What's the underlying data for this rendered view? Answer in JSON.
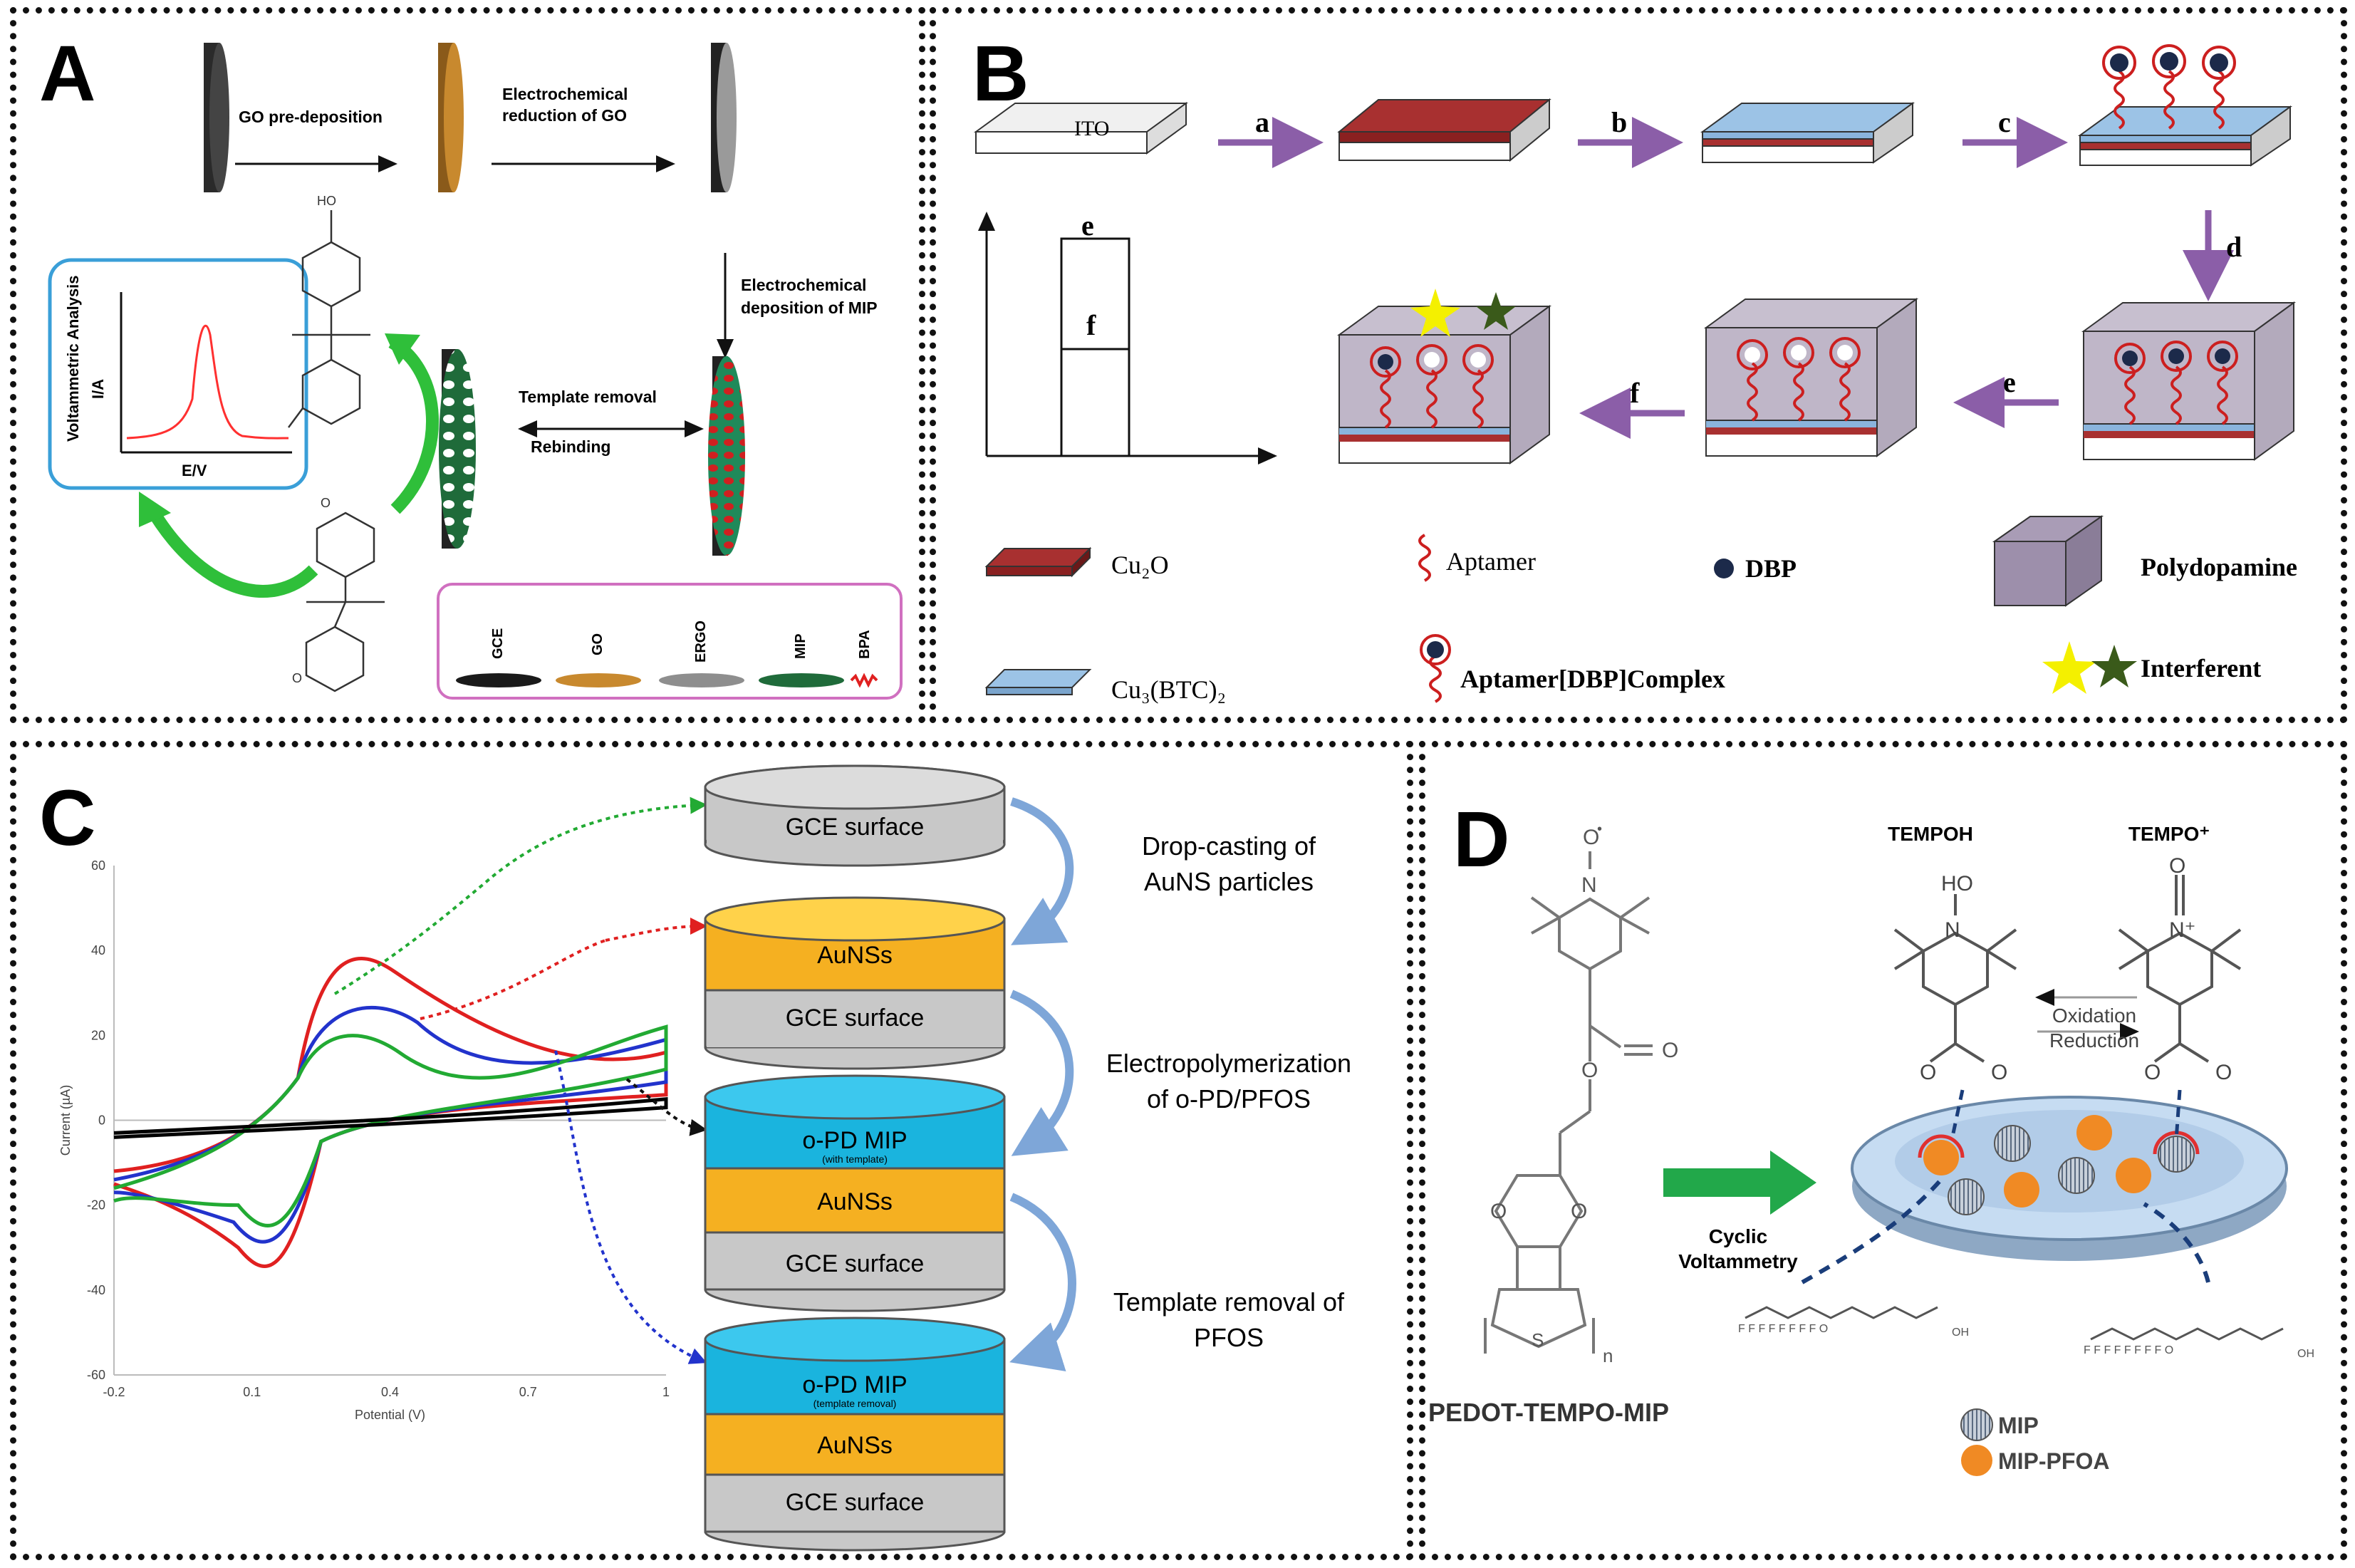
{
  "panels": {
    "A": {
      "label": "A",
      "steps": [
        "GO pre-deposition",
        "Electrochemical",
        "reduction of GO",
        "Electrochemical",
        "deposition of MIP",
        "Template removal",
        "Rebinding"
      ],
      "voltammetry": {
        "ylabel1": "Voltammetric Analysis",
        "ylabel2": "I/A",
        "xlabel": "E/V"
      },
      "molecule_oh_top": "HO",
      "molecule_o_bottom": "O",
      "legend": [
        "GCE",
        "GO",
        "ERGO",
        "MIP",
        "BPA"
      ],
      "colors": {
        "gce": "#1a1a1a",
        "go": "#c8892e",
        "ergo": "#8e8e8e",
        "mip": "#1f6b3a",
        "bpa": "#e02020",
        "frame_blue": "#3a9fd8",
        "frame_pink": "#d070c0",
        "arrow_green": "#2fbf3a"
      }
    },
    "B": {
      "label": "B",
      "ito": "ITO",
      "steps": [
        "a",
        "b",
        "c",
        "d",
        "e",
        "f"
      ],
      "bar_labels": [
        "e",
        "f"
      ],
      "legend": {
        "cu2o": "Cu₂O",
        "cubtc": "Cu₃(BTC)₂",
        "aptamer": "Aptamer",
        "dbp": "DBP",
        "complex": "Aptamer[DBP]Complex",
        "pda": "Polydopamine",
        "interferent": "Interferent"
      },
      "colors": {
        "arrow": "#8b5ea8",
        "cu2o": "#9e2b2b",
        "cubtc": "#8ab4dc",
        "pda": "#9d8fab",
        "aptamer": "#cc1f1f",
        "dbp": "#1c2a4a",
        "star_yellow": "#f4f000",
        "star_green": "#3a5a1a"
      }
    },
    "C": {
      "label": "C",
      "chart_data": {
        "type": "line",
        "xlabel": "Potential (V)",
        "ylabel": "Current (µA)",
        "xlim": [
          -0.2,
          1
        ],
        "ylim": [
          -60,
          60
        ],
        "xticks": [
          "-0.2",
          "0.1",
          "0.4",
          "0.7",
          "1"
        ],
        "yticks": [
          "60",
          "40",
          "20",
          "0",
          "-20",
          "-40",
          "-60"
        ],
        "series": [
          {
            "color": "#e02020",
            "peak_anodic": [
              0.33,
              41
            ],
            "peak_cathodic": [
              0.13,
              -38
            ]
          },
          {
            "color": "#2233cc",
            "peak_anodic": [
              0.38,
              29
            ],
            "peak_cathodic": [
              0.12,
              -32
            ]
          },
          {
            "color": "#22aa33",
            "peak_anodic": [
              0.34,
              22
            ],
            "peak_cathodic": [
              0.13,
              -28
            ]
          },
          {
            "color": "#000000",
            "peak_anodic": [
              1.0,
              5
            ],
            "peak_cathodic": [
              -0.2,
              -4
            ]
          }
        ]
      },
      "stack_texts": {
        "gce": "GCE surface",
        "ausn": "AuNSs",
        "mip": "o-PD MIP",
        "mip_sub1": "(with template)",
        "mip_sub2": "(template removal)"
      },
      "step_texts": [
        "Drop-casting of",
        "AuNS particles",
        "Electropolymerization",
        "of o-PD/PFOS",
        "Template removal of",
        "PFOS"
      ]
    },
    "D": {
      "label": "D",
      "tempoh": "TEMPOH",
      "tempo_plus": "TEMPO⁺",
      "oxidation": "Oxidation",
      "reduction": "Reduction",
      "cv1": "Cyclic",
      "cv2": "Voltammetry",
      "polymer": "PEDOT-TEMPO-MIP",
      "legend_mip": "MIP",
      "legend_pfoa": "MIP-PFOA",
      "colors": {
        "arrow": "#22a84a",
        "orange": "#f08a24",
        "disk": "#b8d4ee",
        "ring": "#e03030",
        "dashed": "#1a3d7a"
      }
    }
  }
}
